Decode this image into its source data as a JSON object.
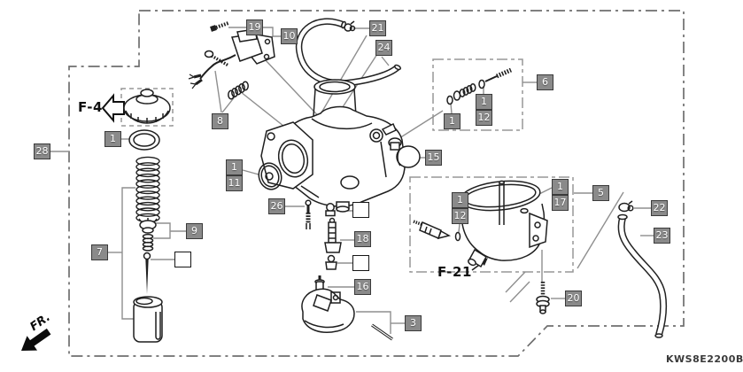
{
  "diagram": {
    "part_code": "KWS8E2200B",
    "fig_ref_top": "F-4",
    "fig_ref_bottom": "F-21",
    "direction_label": "FR.",
    "colors": {
      "callout_bg": "#8a8a8a",
      "callout_border": "#3a3a3a",
      "callout_text": "#ffffff",
      "line_art": "#1f1f1f",
      "leader_line": "#8f8f8f",
      "boundary": "#6e6e6e"
    }
  },
  "callouts": {
    "c1": "1",
    "c3": "3",
    "c5": "5",
    "c6": "6",
    "c7": "7",
    "c8": "8",
    "c9": "9",
    "c10": "10",
    "c11": "11",
    "c12": "12",
    "c15": "15",
    "c16": "16",
    "c17": "17",
    "c18": "18",
    "c19": "19",
    "c20": "20",
    "c21": "21",
    "c22": "22",
    "c23": "23",
    "c24": "24",
    "c26": "26",
    "c28": "28",
    "empty": ""
  }
}
